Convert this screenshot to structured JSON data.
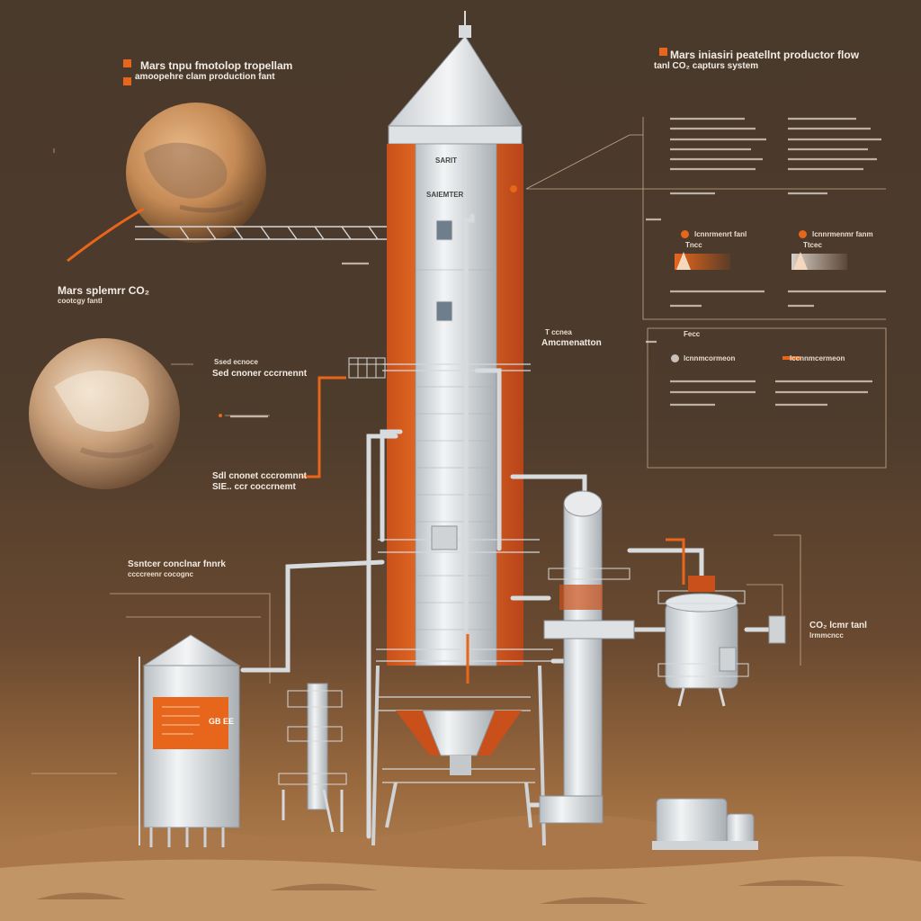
{
  "colors": {
    "accent": "#e8661b",
    "background": "#4a3a2c",
    "steel": "#d9dde0",
    "sand": "#b98a5a"
  },
  "labels": {
    "title_left_1": "Mars tnpu fmotolop tropellam",
    "title_left_2": "amoopehre clam production fant",
    "title_right_1": "Mars iniasiri peatellnt productor flow",
    "title_right_2": "tanl CO₂ capturs system",
    "mars_co2_1": "Mars splemrr CO₂",
    "mars_co2_2": "cootcgy fantl",
    "tower_tag_1": "SARIT",
    "tower_tag_2": "SAIEMTER",
    "ann_center": "Amcmenatton",
    "ann_center_small": "T ccnea",
    "ann_left_1": "Ssed ecnoce",
    "ann_left_2": "Sed cnoner cccrnennt",
    "ann_left_3": "Sdl cnonet cccromnnt",
    "ann_left_4": "SIE.. ccr coccrnemt",
    "ann_storage_1": "Ssntcer conclnar fnnrk",
    "ann_storage_2": "ccccreenr cocognc",
    "co2_tank_1": "CO₂ lcmr tanl",
    "co2_tank_2": "lrmmcncc",
    "panel_head_1": "lcnnrmenrt fanl",
    "panel_head_2": "lcnnrmenmr fanm",
    "panel_head_3": "lcnnmcormeon",
    "panel_head_4": "lccnnmcermeon",
    "panel_small_1": "Tncc",
    "panel_small_2": "Ttcec",
    "panel_small_3": "Fecc",
    "silo_code": "GB EE"
  }
}
